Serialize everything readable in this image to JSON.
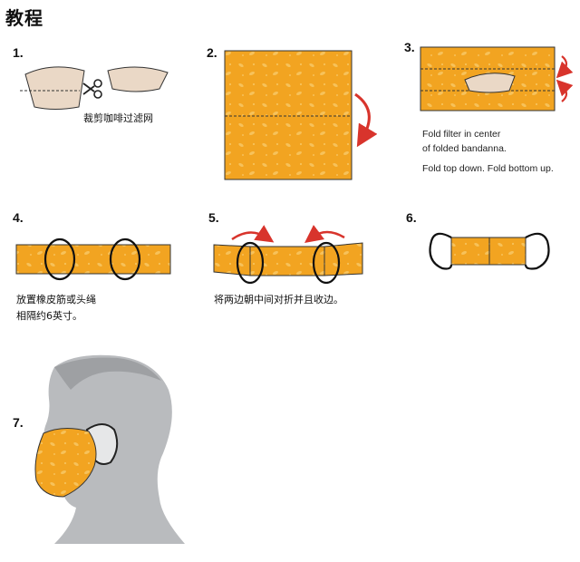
{
  "title": "教程",
  "steps": [
    {
      "num": "1.",
      "caption": "裁剪咖啡过滤网"
    },
    {
      "num": "2."
    },
    {
      "num": "3.",
      "caption_lines": [
        "Fold filter in center",
        "of folded bandanna.",
        "Fold top down. Fold bottom up."
      ]
    },
    {
      "num": "4.",
      "caption_lines": [
        "放置橡皮筋或头绳",
        "相隔约6英寸。"
      ]
    },
    {
      "num": "5.",
      "caption": "将两边朝中间对折并且收边。"
    },
    {
      "num": "6."
    },
    {
      "num": "7."
    }
  ],
  "colors": {
    "fabric": "#f2a421",
    "fabric_dots": "#f7c25a",
    "filter": "#ead8c6",
    "arrow": "#d8342c",
    "head": "#b9bbbe",
    "head_dark": "#9ea0a3"
  }
}
